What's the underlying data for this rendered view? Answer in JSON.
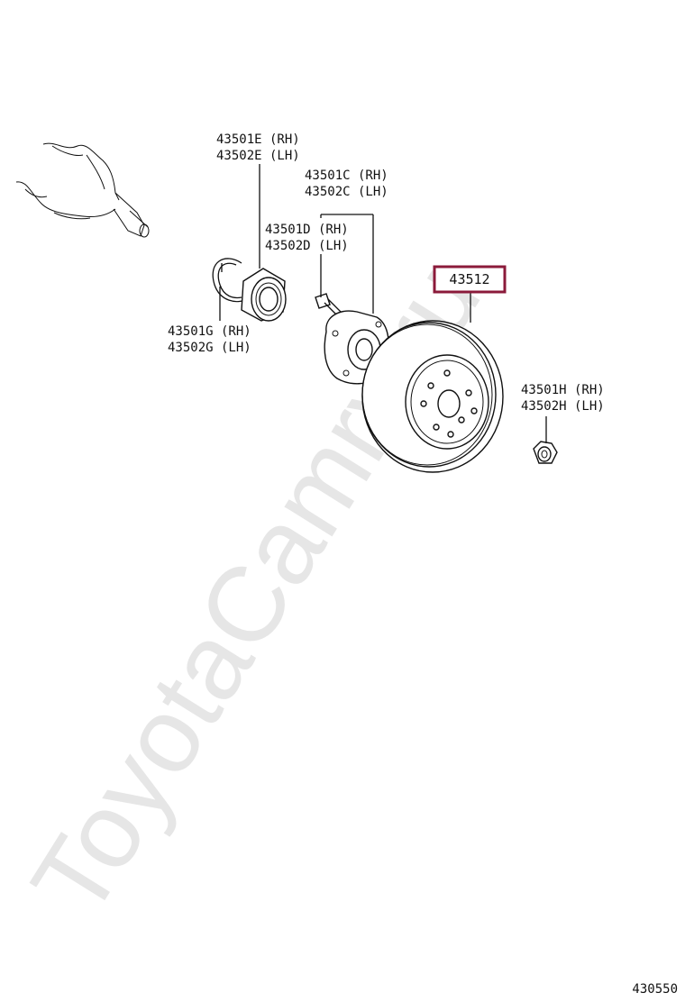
{
  "watermark": "ToyotaCamry.ru",
  "diagram_code": "430550",
  "highlight": {
    "part_no": "43512",
    "color": "#8b1a3a"
  },
  "labels": {
    "e_rh": "43501E (RH)",
    "e_lh": "43502E (LH)",
    "c_rh": "43501C (RH)",
    "c_lh": "43502C (LH)",
    "d_rh": "43501D (RH)",
    "d_lh": "43502D (LH)",
    "g_rh": "43501G (RH)",
    "g_lh": "43502G (LH)",
    "h_rh": "43501H (RH)",
    "h_lh": "43502H (LH)"
  }
}
